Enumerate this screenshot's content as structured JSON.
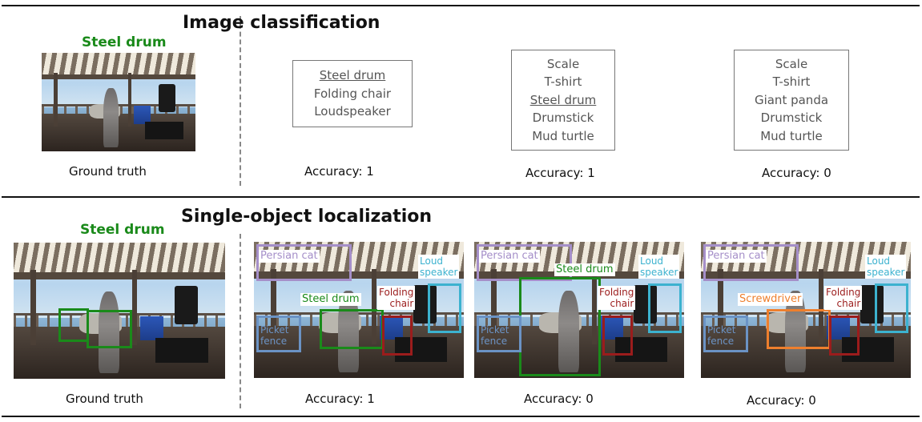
{
  "top": {
    "title": "Image classification",
    "gt_label": "Steel drum",
    "gt_caption": "Ground truth",
    "predictions": [
      {
        "labels": [
          "Steel drum",
          "Folding chair",
          "Loudspeaker"
        ],
        "correct_index": 0,
        "accuracy": "Accuracy: 1"
      },
      {
        "labels": [
          "Scale",
          "T-shirt",
          "Steel drum",
          "Drumstick",
          "Mud turtle"
        ],
        "correct_index": 2,
        "accuracy": "Accuracy: 1"
      },
      {
        "labels": [
          "Scale",
          "T-shirt",
          "Giant panda",
          "Drumstick",
          "Mud turtle"
        ],
        "correct_index": -1,
        "accuracy": "Accuracy: 0"
      }
    ]
  },
  "bottom": {
    "title": "Single-object localization",
    "gt_label": "Steel drum",
    "gt_caption": "Ground truth",
    "panels": [
      {
        "accuracy": "Accuracy: 1",
        "labels": {
          "persian": "Persian cat",
          "loud": "Loud\nspeaker",
          "steel": "Steel drum",
          "folding": "Folding\nchair",
          "picket": "Picket\nfence"
        }
      },
      {
        "accuracy": "Accuracy: 0",
        "labels": {
          "persian": "Persian cat",
          "loud": "Loud\nspeaker",
          "steel": "Steel drum",
          "folding": "Folding\nchair",
          "picket": "Picket\nfence"
        }
      },
      {
        "accuracy": "Accuracy: 0",
        "labels": {
          "persian": "Persian cat",
          "loud": "Loud\nspeaker",
          "screw": "Screwdriver",
          "folding": "Folding\nchair",
          "picket": "Picket\nfence"
        }
      }
    ]
  },
  "colors": {
    "ground_truth": "#1a8a1a",
    "persian": "#a58fc9",
    "loud": "#3cb2cf",
    "steel": "#1a8a1a",
    "folding": "#9b1c1c",
    "picket": "#6b93c5",
    "screw": "#ee7f2d"
  }
}
